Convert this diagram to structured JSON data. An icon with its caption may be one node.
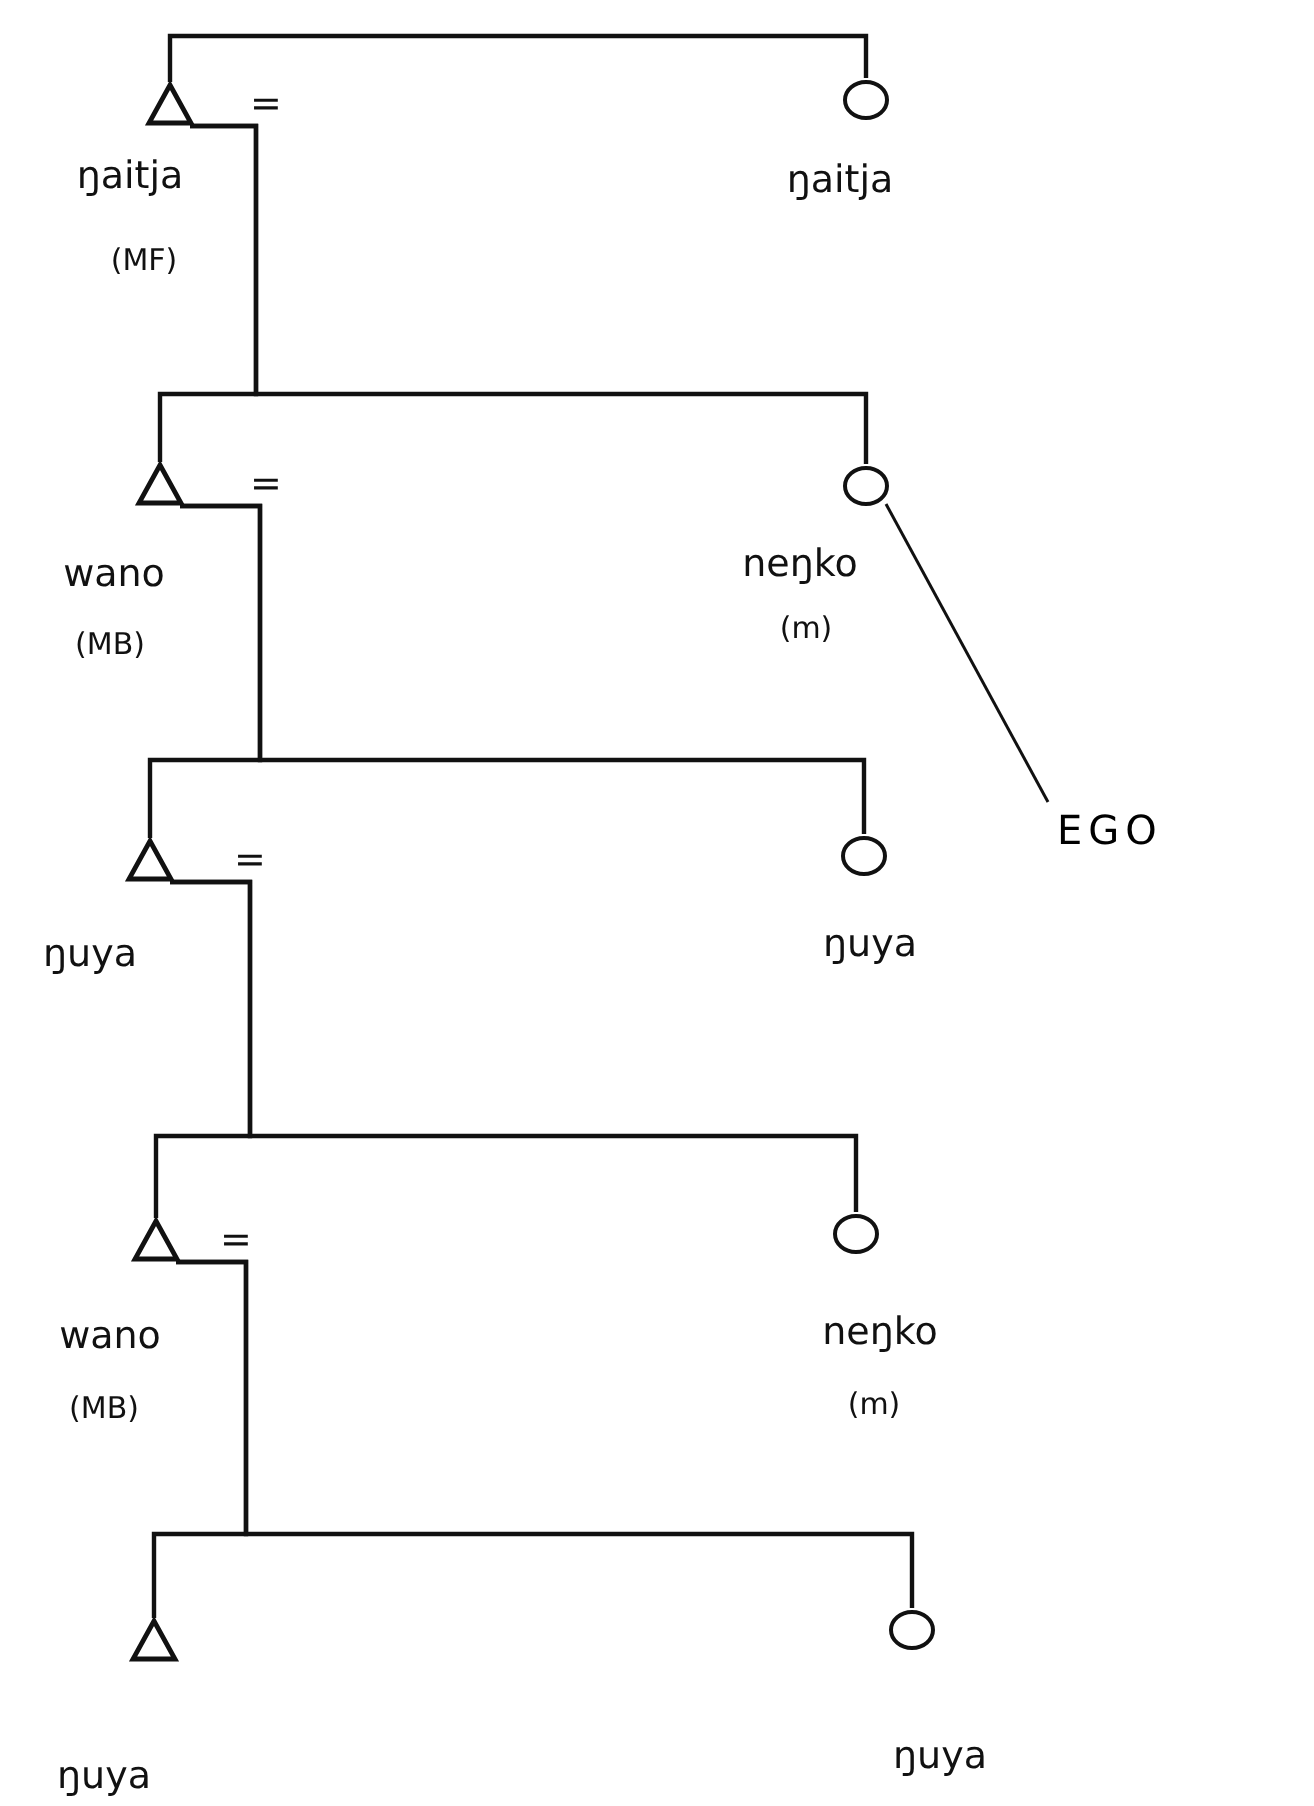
{
  "diagram": {
    "nodes": [
      {
        "text": [],
        "shape": "triangle",
        "beside": [
          "=",
          "ŋaitja",
          "(MF)"
        ]
      },
      {
        "text": [],
        "shape": "circle",
        "beside": [
          "ŋaitja"
        ]
      },
      {
        "text": [],
        "shape": "triangle",
        "beside": [
          "=",
          "wano",
          "(MB)"
        ]
      },
      {
        "text": [],
        "shape": "circle",
        "beside": [
          "neŋko",
          "(m)"
        ]
      },
      {
        "text": [],
        "shape": "triangle",
        "beside": [
          "=",
          "ŋuya"
        ]
      },
      {
        "text": [],
        "shape": "circle",
        "beside": [
          "ŋuya"
        ]
      },
      {
        "text": [],
        "shape": "triangle",
        "beside": [
          "=",
          "wano",
          "(MB)"
        ]
      },
      {
        "text": [],
        "shape": "circle",
        "beside": [
          "neŋko",
          "(m)"
        ]
      },
      {
        "text": [],
        "shape": "triangle",
        "beside": [
          "ŋuya"
        ]
      },
      {
        "text": [],
        "shape": "circle",
        "beside": [
          "ŋuya"
        ]
      },
      {
        "text": [
          "EGO"
        ]
      }
    ],
    "edges": [
      {
        "from": 0,
        "to": 1,
        "arrow": "none"
      },
      {
        "from": 0,
        "to": 2,
        "arrow": "none"
      },
      {
        "from": 0,
        "to": 3,
        "arrow": "none"
      },
      {
        "from": 2,
        "to": 4,
        "arrow": "none"
      },
      {
        "from": 2,
        "to": 5,
        "arrow": "none"
      },
      {
        "from": 4,
        "to": 6,
        "arrow": "none"
      },
      {
        "from": 4,
        "to": 7,
        "arrow": "none"
      },
      {
        "from": 6,
        "to": 8,
        "arrow": "none"
      },
      {
        "from": 6,
        "to": 9,
        "arrow": "none"
      },
      {
        "from": 3,
        "to": 10,
        "arrow": "none"
      }
    ]
  }
}
